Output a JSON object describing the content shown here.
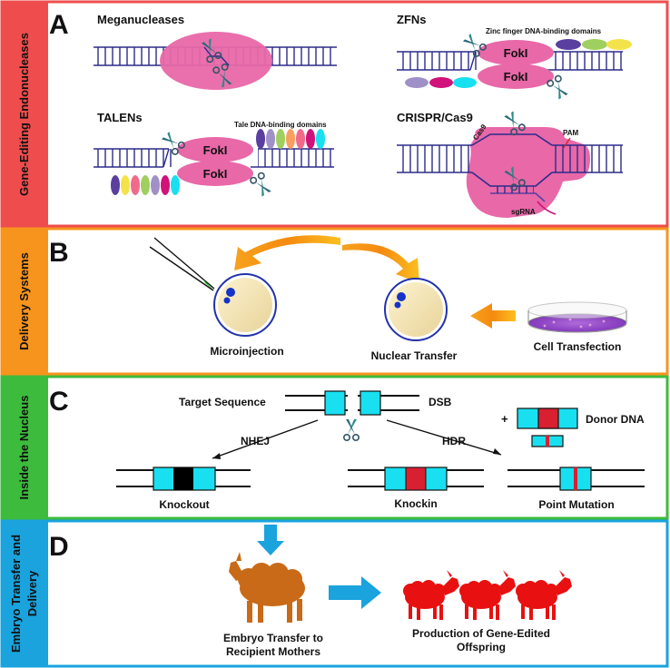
{
  "panels": [
    {
      "letter": "A",
      "side_label": "Gene-Editing Endonucleases",
      "color": "#ee4444"
    },
    {
      "letter": "B",
      "side_label": "Delivery Systems",
      "color": "#f7941d"
    },
    {
      "letter": "C",
      "side_label": "Inside the Nucleus",
      "color": "#3dbb3d"
    },
    {
      "letter": "D",
      "side_label_line1": "Embryo Transfer and",
      "side_label_line2": "Delivery",
      "color": "#1aa3dd"
    }
  ],
  "panel_a": {
    "meganucleases": "Meganucleases",
    "zfns": "ZFNs",
    "zfn_domains": "Zinc finger DNA-binding domains",
    "fokl": "FokI",
    "talens": "TALENs",
    "tale_domains": "Tale DNA-binding domains",
    "crispr": "CRISPR/Cas9",
    "pam": "PAM",
    "cas9": "Cas9",
    "sgrna": "sgRNA"
  },
  "panel_b": {
    "microinjection": "Microinjection",
    "nuclear_transfer": "Nuclear Transfer",
    "cell_transfection": "Cell Transfection"
  },
  "panel_c": {
    "target_sequence": "Target Sequence",
    "dsb": "DSB",
    "plus": "+",
    "donor_dna": "Donor DNA",
    "nhej": "NHEJ",
    "hdr": "HDR",
    "knockout": "Knockout",
    "knockin": "Knockin",
    "point_mutation": "Point Mutation"
  },
  "panel_d": {
    "embryo_line1": "Embryo Transfer to",
    "embryo_line2": "Recipient Mothers",
    "production_line1": "Production of Gene-Edited",
    "production_line2": "Offspring"
  },
  "colors": {
    "dna": "#2b2b8a",
    "nuclease_pink": "#e868a8",
    "cyan": "#18e0f0",
    "red": "#d82030",
    "sheep_brown": "#c86a18",
    "sheep_red": "#e81010",
    "arrow_orange": "#f7941d",
    "arrow_blue": "#1aa3dd"
  },
  "icons": [
    "scissors-icon",
    "sheep-icon",
    "petri-dish-icon",
    "egg-cell-icon",
    "micropipette-icon"
  ]
}
